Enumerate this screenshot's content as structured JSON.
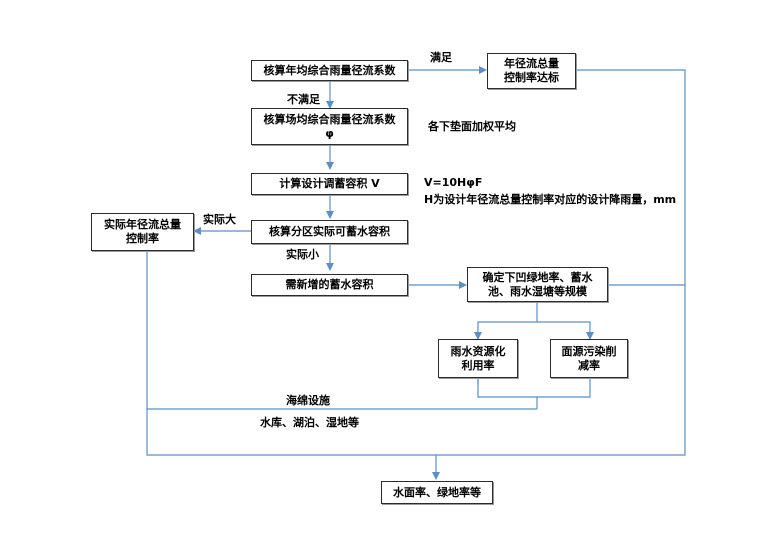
{
  "boxes": {
    "runoff_overall": "核算年均综合雨量径流系数",
    "target_met": "年径流总量\n控制率达标",
    "runoff_site": "核算场均综合雨量径流系数\nφ",
    "design_volume": "计算设计调蓄容积 V",
    "zone_volume": "核算分区实际可蓄水容积",
    "actual_rate": "实际年径流总量\n控制率",
    "new_storage": "需新增的蓄水容积",
    "scale": "确定下凹绿地率、蓄水\n池、雨水湿塘等规模",
    "reuse": "雨水资源化\n利用率",
    "pollution": "面源污染削\n减率",
    "final": "水面率、绿地率等"
  },
  "labels": {
    "satisfied": "满足",
    "not_satisfied": "不满足",
    "actual_large": "实际大",
    "actual_small": "实际小",
    "sponge": "海绵设施",
    "water_bodies": "水库、湖泊、湿地等"
  },
  "notes": {
    "weighted": "各下垫面加权平均",
    "formula": "V=10HφF",
    "h_def": "H为设计年径流总量控制率对应的设计降雨量，mm"
  },
  "colors": {
    "line": "#5b8fc9",
    "border": "#2b2b2b"
  }
}
